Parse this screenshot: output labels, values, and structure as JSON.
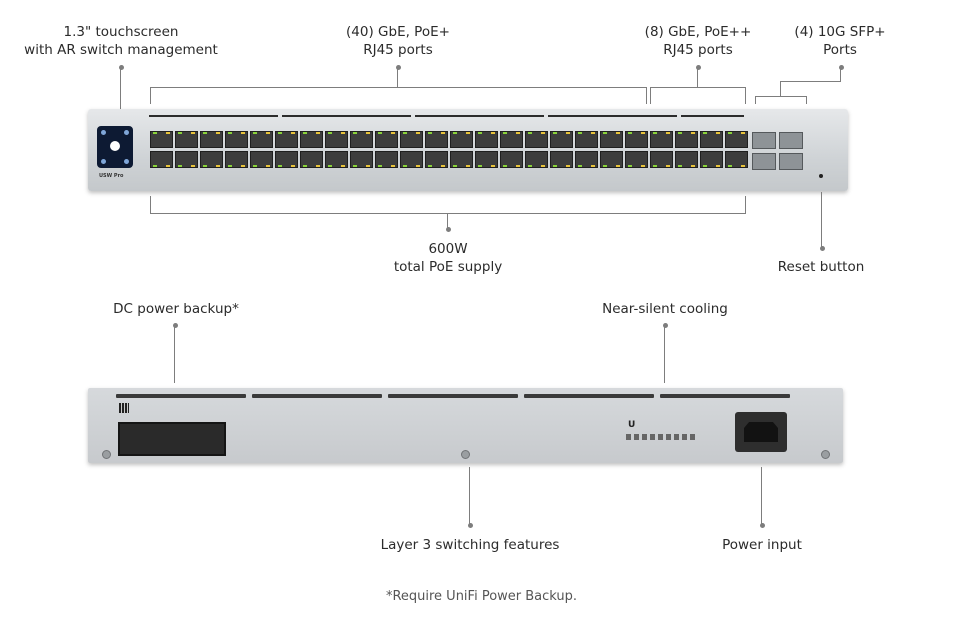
{
  "labels": {
    "touchscreen": {
      "line1": "1.3\" touchscreen",
      "line2": "with AR switch management"
    },
    "gbe_poe_plus": {
      "line1": "(40) GbE, PoE+",
      "line2": "RJ45 ports"
    },
    "gbe_poe_plusplus": {
      "line1": "(8) GbE, PoE++",
      "line2": "RJ45 ports"
    },
    "sfp": {
      "line1": "(4) 10G SFP+",
      "line2": "Ports"
    },
    "poe_supply": {
      "line1": "600W",
      "line2": "total PoE supply"
    },
    "reset": "Reset button",
    "dc_backup": "DC power backup*",
    "cooling": "Near-silent cooling",
    "layer3": "Layer 3 switching features",
    "power_input": "Power input"
  },
  "device": {
    "brand_mark": "USW Pro",
    "back_logo": "U"
  },
  "footnote": "*Require UniFi Power Backup.",
  "colors": {
    "background": "#ffffff",
    "chassis": "#d0d4d7",
    "port": "#3d3d3d",
    "led_green": "#8ad33a",
    "led_amber": "#e9c43b",
    "touchscreen": "#0d1a33"
  }
}
